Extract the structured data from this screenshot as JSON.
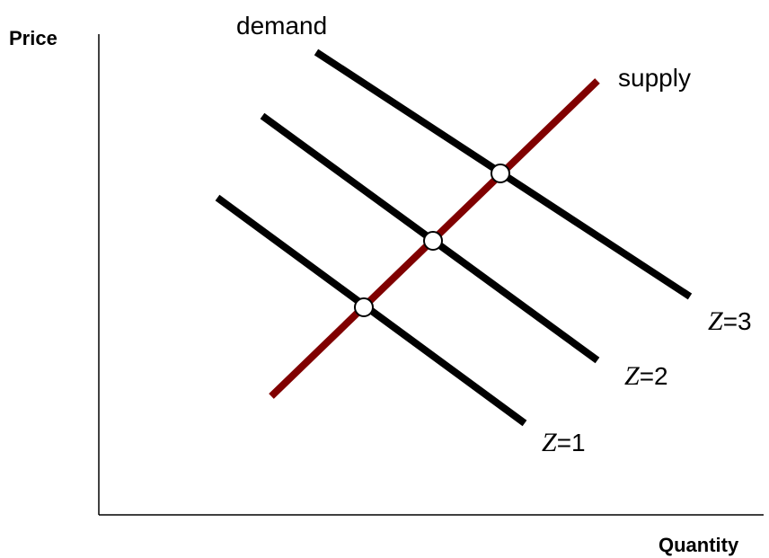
{
  "axes": {
    "y_title": "Price",
    "x_title": "Quantity"
  },
  "labels": {
    "demand": "demand",
    "supply": "supply"
  },
  "demand_curves": [
    {
      "variable": "Z",
      "value_text": "=1"
    },
    {
      "variable": "Z",
      "value_text": "=2"
    },
    {
      "variable": "Z",
      "value_text": "=3"
    }
  ],
  "colors": {
    "demand": "#000000",
    "supply": "#800000",
    "axis": "#000000",
    "equilibrium_fill": "#ffffff"
  }
}
